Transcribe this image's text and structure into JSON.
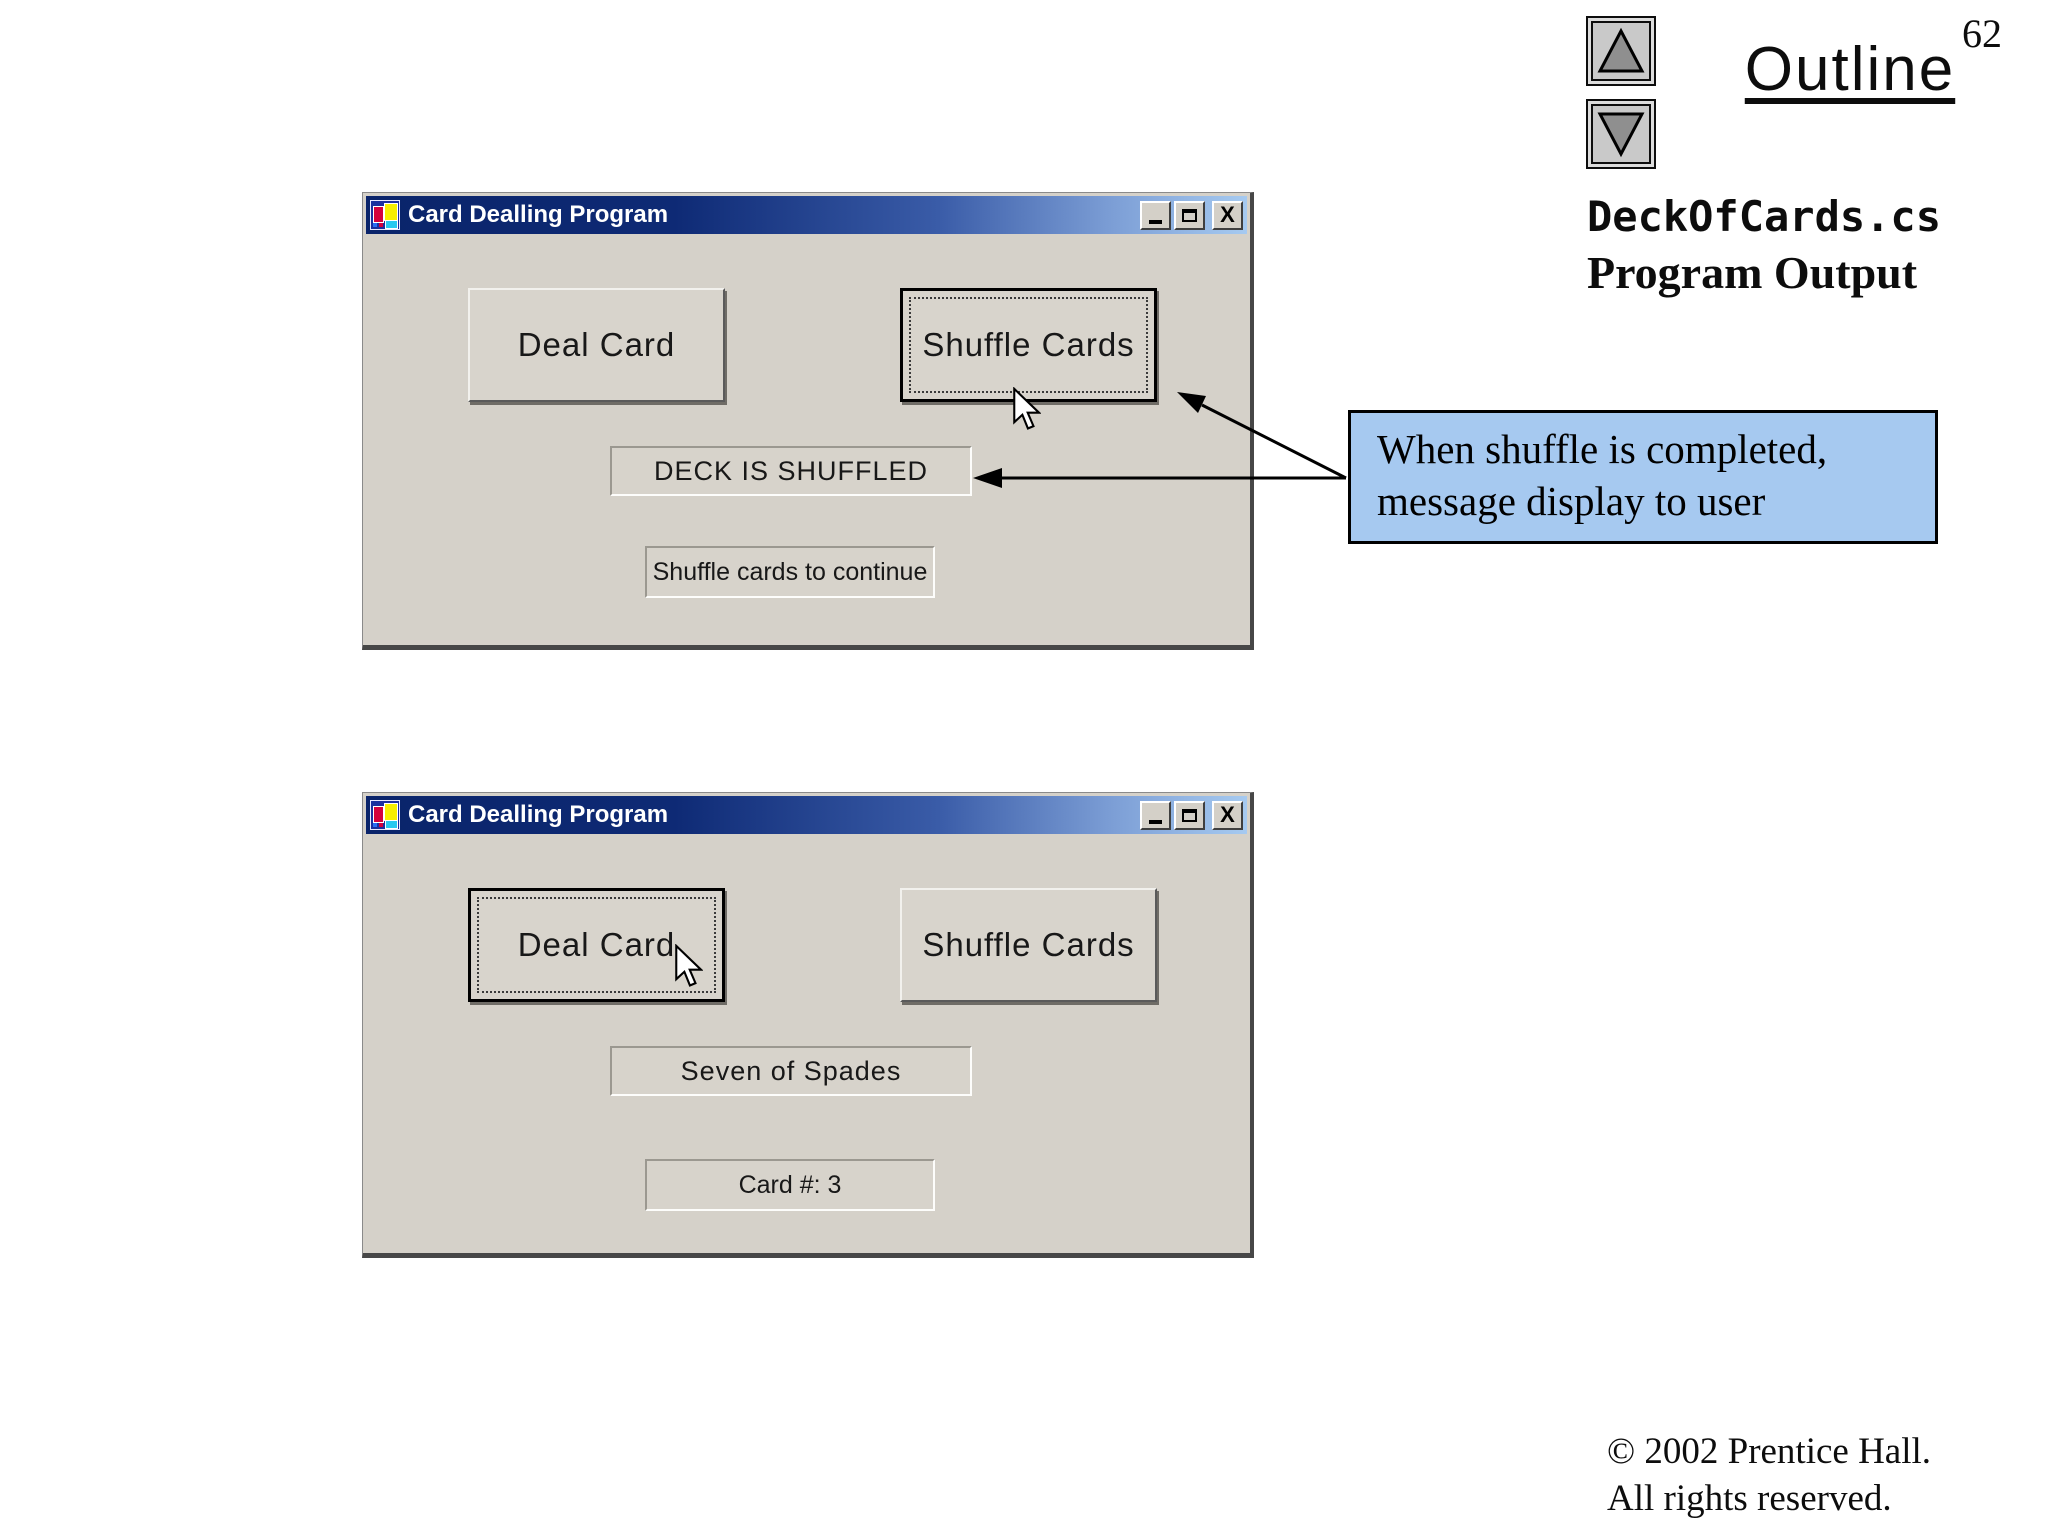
{
  "slide": {
    "page_number": "62",
    "outline_label": "Outline",
    "file_title": "DeckOfCards.cs",
    "file_subtitle": "Program Output",
    "copyright_line1": "© 2002 Prentice Hall.",
    "copyright_line2": "All rights reserved."
  },
  "callout": {
    "line1": "When shuffle is completed,",
    "line2": "message display to user",
    "fill_color": "#a6c9f0",
    "border_color": "#000000"
  },
  "colors": {
    "window_face": "#d5d1c9",
    "titlebar_gradient_start": "#0a246a",
    "titlebar_gradient_end": "#a6caf0",
    "button_face": "#d8d4cc"
  },
  "window_controls": {
    "minimize_icon": "minimize",
    "maximize_icon": "maximize",
    "close_glyph": "X"
  },
  "windows": [
    {
      "title": "Card Dealling Program",
      "deal_button": "Deal Card",
      "shuffle_button": "Shuffle Cards",
      "status_label": "DECK IS SHUFFLED",
      "info_label": "Shuffle cards to continue"
    },
    {
      "title": "Card Dealling Program",
      "deal_button": "Deal Card",
      "shuffle_button": "Shuffle Cards",
      "status_label": "Seven of Spades",
      "info_label": "Card #: 3"
    }
  ]
}
